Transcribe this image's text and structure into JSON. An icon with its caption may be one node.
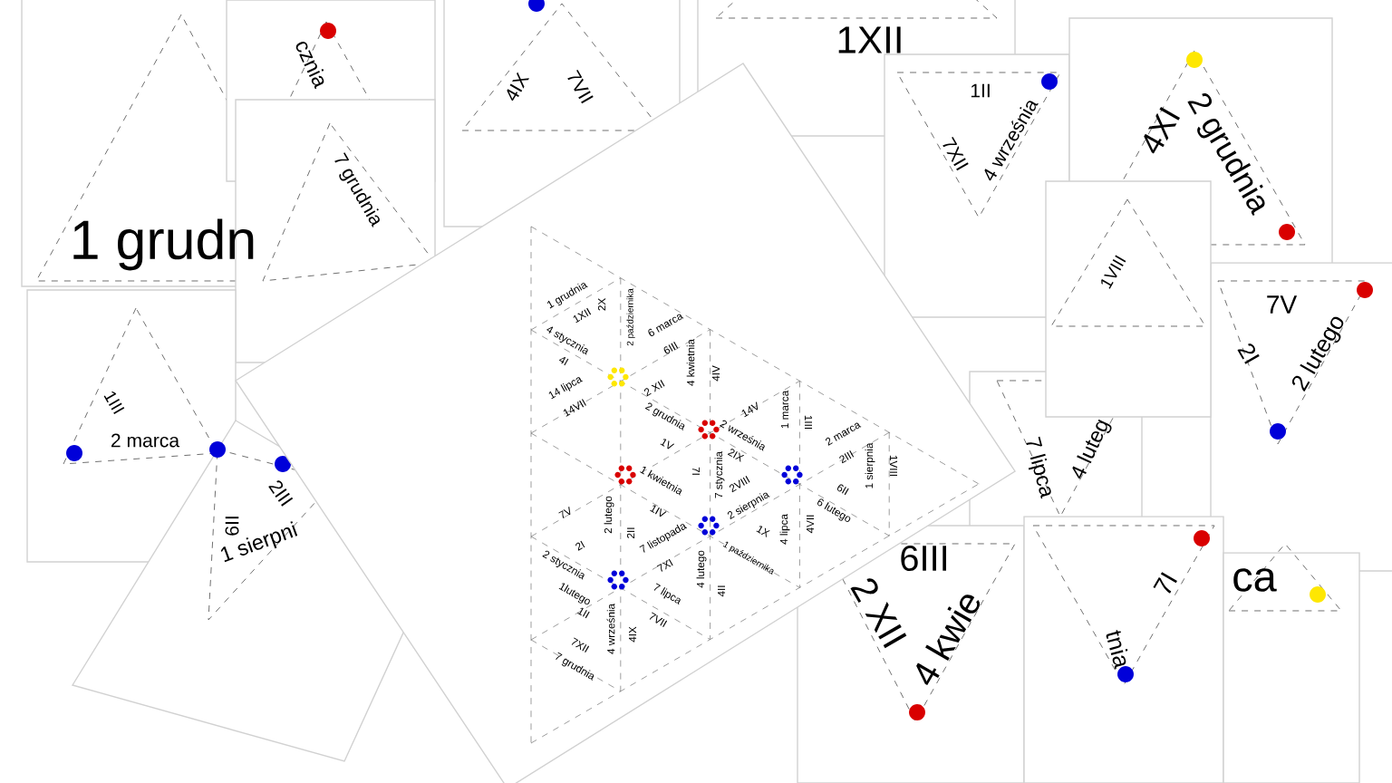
{
  "diagram": {
    "labels": [
      "1 grudn",
      "cznia",
      "7 grudnia",
      "4IX",
      "7VII",
      "1XII",
      "1II",
      "7XII",
      "4 września",
      "4XI",
      "2 grudnia",
      "1VIII",
      "7V",
      "2I",
      "2 lutego",
      "7 lipca",
      "4 luteg",
      "6III",
      "2 XII",
      "4 kwie",
      "7I",
      "tnia",
      "ca",
      "1III",
      "2 marca",
      "2III",
      "6II",
      "1 sierpni",
      "1 grudnia",
      "1XII",
      "4 stycznia",
      "2X",
      "2 października",
      "6 marca",
      "6III",
      "4 kwietnia",
      "4IV",
      "4I",
      "14 lipca",
      "14VII",
      "2 XII",
      "2 grudnia",
      "14V",
      "2 września",
      "1 marca",
      "1III",
      "2 marca",
      "2III",
      "1 sierpnia",
      "1VIII",
      "6II",
      "6 lutego",
      "2IX",
      "7I",
      "7 stycznia",
      "1V",
      "2VIII",
      "2 sierpnia",
      "1 kwietnia",
      "1IV",
      "1X",
      "1 października",
      "4 lipca",
      "4VII",
      "7V",
      "2I",
      "2 lutego",
      "2II",
      "7 listopada",
      "7XI",
      "4 lutego",
      "4II",
      "2 stycznia",
      "1lutego",
      "1II",
      "7 lipca",
      "7VII",
      "4 września",
      "4IX",
      "7XII",
      "7 grudnia"
    ]
  }
}
